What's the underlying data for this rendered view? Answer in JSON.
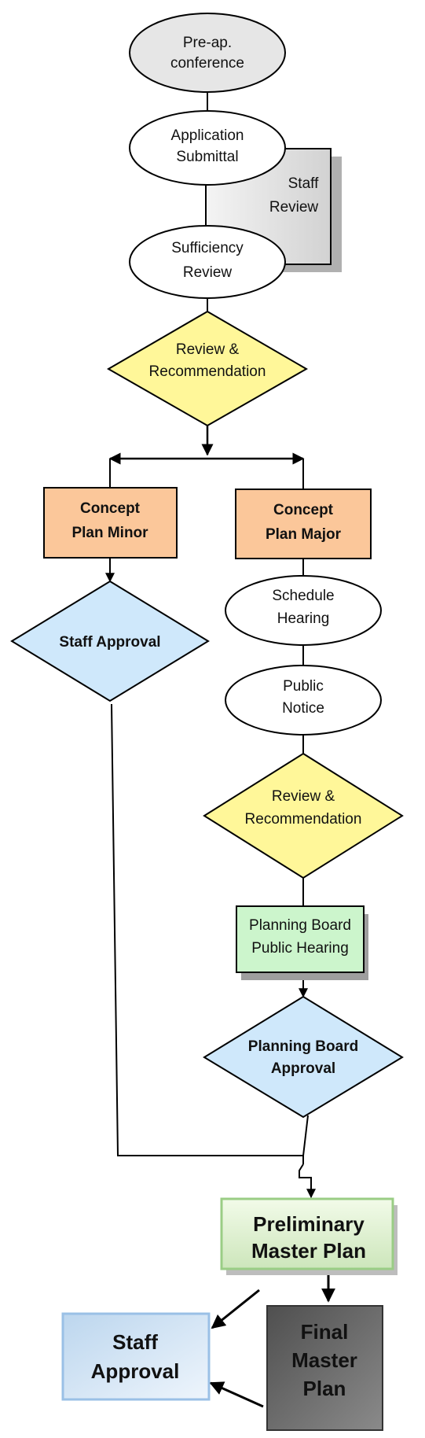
{
  "nodes": {
    "pre_app": {
      "lines": [
        "Pre-ap.",
        "conference"
      ],
      "fill": "#e6e6e6"
    },
    "application_submittal": {
      "lines": [
        "Application",
        "Submittal"
      ]
    },
    "staff_review": {
      "lines": [
        "Staff",
        "Review"
      ]
    },
    "sufficiency_review": {
      "lines": [
        "Sufficiency",
        "Review"
      ]
    },
    "review_recommendation_1": {
      "lines": [
        "Review &",
        "Recommendation"
      ],
      "fill": "#fff799"
    },
    "concept_plan_minor": {
      "lines": [
        "Concept",
        "Plan Minor"
      ],
      "fill": "#fbc79a"
    },
    "concept_plan_major": {
      "lines": [
        "Concept",
        "Plan Major"
      ],
      "fill": "#fbc79a"
    },
    "staff_approval_1": {
      "lines": [
        "Staff Approval"
      ],
      "fill": "#cfe8fb"
    },
    "schedule_hearing": {
      "lines": [
        "Schedule",
        "Hearing"
      ]
    },
    "public_notice": {
      "lines": [
        "Public",
        "Notice"
      ]
    },
    "review_recommendation_2": {
      "lines": [
        "Review &",
        "Recommendation"
      ],
      "fill": "#fff799"
    },
    "planning_board_public_hearing": {
      "lines": [
        "Planning Board",
        "Public Hearing"
      ],
      "fill": "#ccf5cc"
    },
    "planning_board_approval": {
      "lines": [
        "Planning Board",
        "Approval"
      ],
      "fill": "#cfe8fb"
    },
    "preliminary_master_plan": {
      "lines": [
        "Preliminary",
        "Master Plan"
      ],
      "fill": "#dcefd0"
    },
    "final_master_plan": {
      "lines": [
        "Final",
        "Master",
        "Plan"
      ],
      "fill": "#6f6f6f"
    },
    "staff_approval_2": {
      "lines": [
        "Staff",
        "Approval"
      ],
      "fill": "#d6e6f6"
    }
  }
}
